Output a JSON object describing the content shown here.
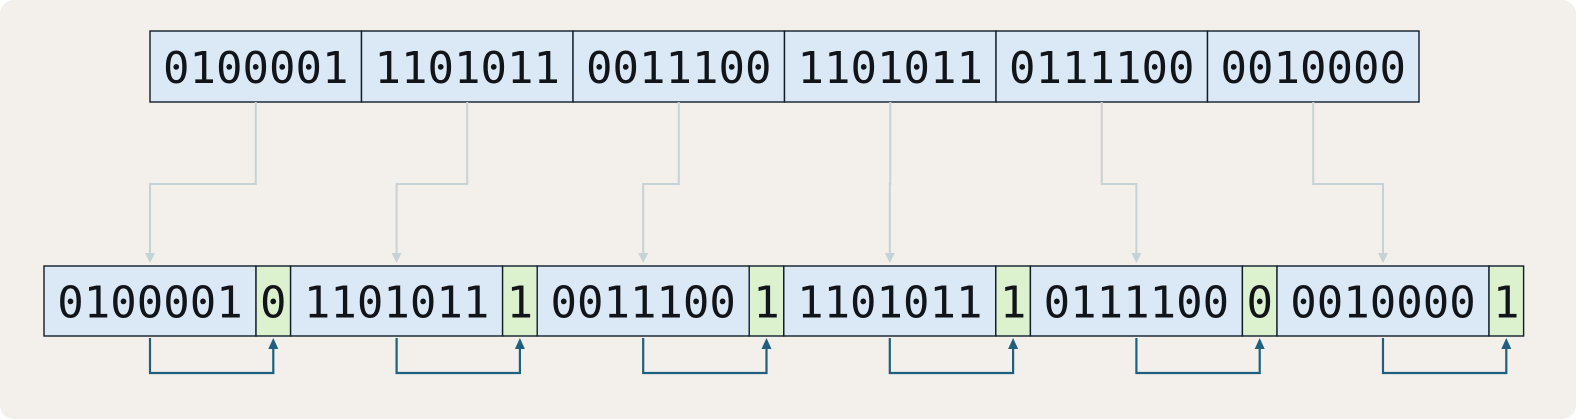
{
  "colors": {
    "background": "#f3f0eb",
    "group_fill": "#dbe9f7",
    "parity_fill": "#dcf2cf",
    "border": "#0f1d2b",
    "mapping_arrow": "#c5d3d6",
    "parity_arrow": "#1f5f80"
  },
  "top_groups": [
    "0100001",
    "1101011",
    "0011100",
    "1101011",
    "0111100",
    "0010000"
  ],
  "bottom_groups": [
    {
      "data": "0100001",
      "parity": "0"
    },
    {
      "data": "1101011",
      "parity": "1"
    },
    {
      "data": "0011100",
      "parity": "1"
    },
    {
      "data": "1101011",
      "parity": "1"
    },
    {
      "data": "0111100",
      "parity": "0"
    },
    {
      "data": "0010000",
      "parity": "1"
    }
  ]
}
